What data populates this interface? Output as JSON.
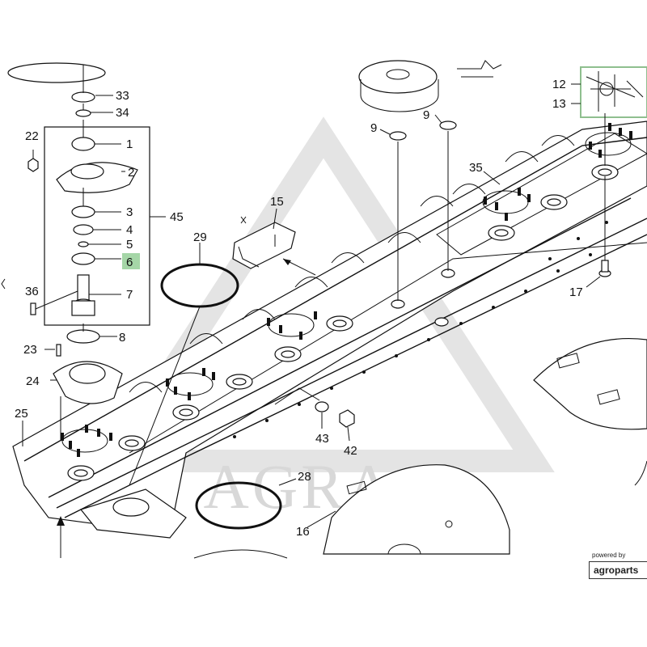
{
  "watermark": {
    "text": "AGRA"
  },
  "badge": {
    "line1": "powered by",
    "brand": "agroparts"
  },
  "callouts": {
    "c33": "33",
    "c34": "34",
    "c22": "22",
    "c1": "1",
    "c2": "2",
    "c3": "3",
    "c4": "4",
    "c5": "5",
    "c6": "6",
    "c45": "45",
    "c36": "36",
    "c7": "7",
    "c8": "8",
    "c23": "23",
    "c24": "24",
    "c25": "25",
    "c29": "29",
    "c15": "15",
    "c9a": "9",
    "c9b": "9",
    "c35": "35",
    "c12": "12",
    "c13": "13",
    "c17": "17",
    "c43": "43",
    "c42": "42",
    "c28": "28",
    "c16": "16"
  },
  "highlight": {
    "part": "6",
    "color": "#a5d6a7"
  },
  "colors": {
    "line": "#111111",
    "watermark": "#d8d8d8"
  }
}
